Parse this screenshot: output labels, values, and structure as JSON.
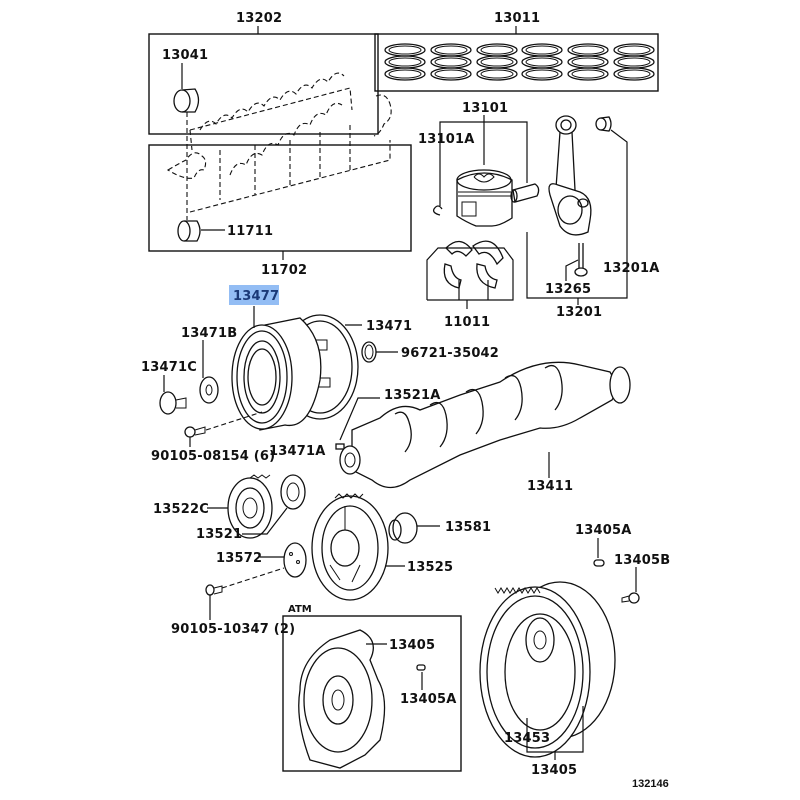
{
  "diagram": {
    "title": "Crankshaft & Piston parts diagram",
    "highlight_color": "#93bdf4",
    "highlight_text_color": "#1b3a78",
    "highlighted_part": "13477",
    "illustration_id": "132146",
    "section_note": "ATM",
    "labels": {
      "p13202": "13202",
      "p13011": "13011",
      "p13041": "13041",
      "p13101": "13101",
      "p13101A": "13101A",
      "p11711": "11711",
      "p11702": "11702",
      "p11011": "11011",
      "p13265": "13265",
      "p13201A": "13201A",
      "p13201": "13201",
      "p13477": "13477",
      "p13471B": "13471B",
      "p13471": "13471",
      "p96721": "96721-35042",
      "p13471C": "13471C",
      "p13521A": "13521A",
      "p90105_08154": "90105-08154 (6)",
      "p13471A": "13471A",
      "p13411": "13411",
      "p13522C": "13522C",
      "p13581": "13581",
      "p13521": "13521",
      "p13405A_top": "13405A",
      "p13572": "13572",
      "p13525": "13525",
      "p13405B": "13405B",
      "p90105_10347": "90105-10347 (2)",
      "p13405_atm": "13405",
      "p13405A_atm": "13405A",
      "p13453": "13453",
      "p13405_mt": "13405"
    }
  }
}
